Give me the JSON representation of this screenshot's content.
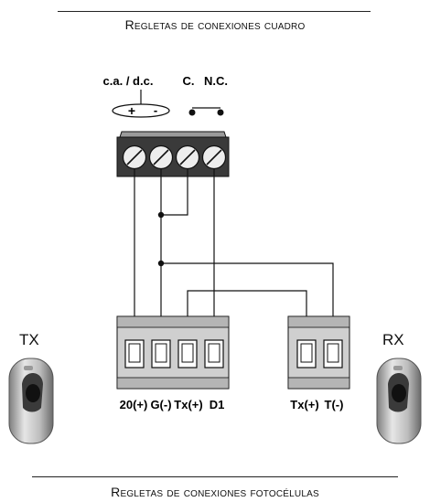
{
  "top_title": "Regletas de conexiones cuadro",
  "bottom_title": "Regletas de conexiones fotocélulas",
  "tx_label": "TX",
  "rx_label": "RX",
  "power_label": "c.a. / d.c.",
  "contact_c_label": "C.",
  "contact_nc_label": "N.C.",
  "polarity": {
    "plus": "+",
    "minus": "-"
  },
  "tx_terminals": [
    "20(+)",
    "G(-)",
    "Tx(+)",
    "D1"
  ],
  "rx_terminals": [
    "Tx(+)",
    "T(-)"
  ],
  "colors": {
    "line": "#111111",
    "block": "#cfcfcf",
    "block_dark": "#a9a9a9"
  }
}
